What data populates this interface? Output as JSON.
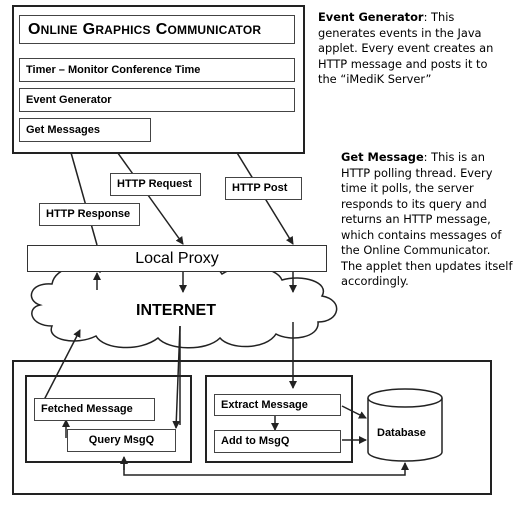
{
  "app": {
    "title": "ONLINE GRAPHICS COMMUNICATOR",
    "title_first": "O",
    "title_word1_rest": "NLINE",
    "title_g": "G",
    "title_word2_rest": "RAPHICS",
    "title_c": "C",
    "title_word3_rest": "OMMUNICATOR",
    "timer": "Timer – Monitor Conference Time",
    "event_generator": "Event Generator",
    "get_messages": "Get Messages"
  },
  "flows": {
    "http_request": "HTTP Request",
    "http_post": "HTTP Post",
    "http_response": "HTTP Response"
  },
  "network": {
    "proxy": "Local Proxy",
    "internet": "INTERNET"
  },
  "server": {
    "fetched_message": "Fetched Message",
    "query_msgq": "Query MsgQ",
    "extract_message": "Extract Message",
    "add_to_msgq": "Add to MsgQ",
    "database": "Database"
  },
  "notes": {
    "event_generator_title": "Event Generator",
    "event_generator_text": ": This generates events in the Java applet. Every event creates an HTTP message and posts it to the “iMediK Server”",
    "get_message_title": "Get Message",
    "get_message_text": ": This  is an HTTP polling thread. Every time it polls, the server responds to its query and returns an HTTP message, which contains messages of the Online Communicator. The applet then updates itself accordingly."
  }
}
